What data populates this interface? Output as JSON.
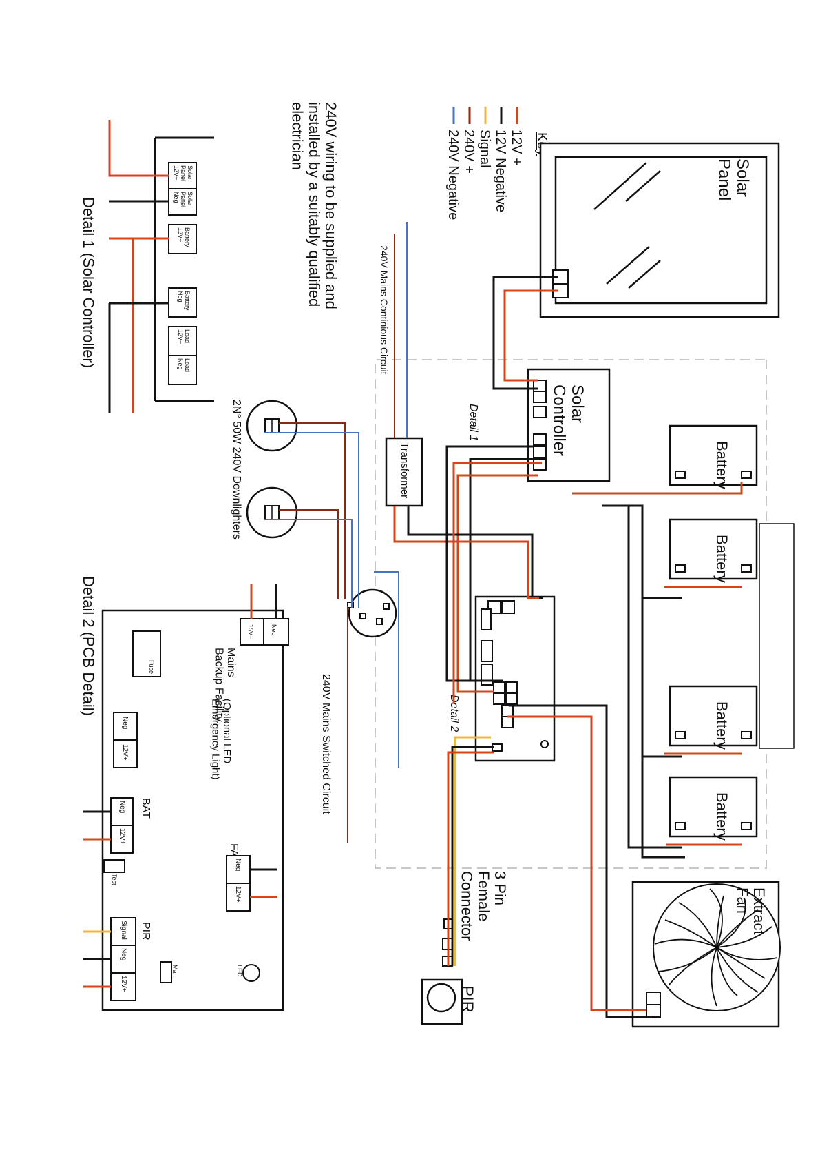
{
  "key": {
    "title": "Key",
    "items": [
      {
        "label": "12V +",
        "color": "#d64518"
      },
      {
        "label": "12V Negative",
        "color": "#141414"
      },
      {
        "label": "Signal",
        "color": "#f2b630"
      },
      {
        "label": "240V +",
        "color": "#8a2a12"
      },
      {
        "label": "240V Negative",
        "color": "#4a72bf"
      }
    ]
  },
  "components": {
    "solar_panel": "Solar\nPanel",
    "solar_controller": "Solar\nController",
    "battery": "Battery",
    "extract_fan": "Extract\nFan",
    "pir": "PIR",
    "connector": "3 Pin\nFemale\nConnector",
    "transformer": "Transformer",
    "downlighters": "2N° 50W 240V Downlighters"
  },
  "annotations": {
    "detail1_tag": "Detail 1",
    "detail2_tag": "Detail 2",
    "mains_continuous": "240V Mains Continious Circuit",
    "mains_switched": "240V Mains Switched Circuit",
    "note_240v": "240V wiring to be supplied and\ninstalled by a suitably qualified\nelectrician"
  },
  "detail1": {
    "title": "Detail 1 (Solar Controller)",
    "terminals": [
      "Solar\nPanel\n12V+",
      "Solar\nPanel\nNeg",
      "Battery\n12V+",
      "Battery\nNeg",
      "Load\n12V+",
      "Load\nNeg"
    ]
  },
  "detail2": {
    "title": "Detail 2 (PCB Detail)",
    "mains_label": "Mains\nBackup Facility",
    "mains_terminals": [
      "15V+",
      "Neg"
    ],
    "fuse": "Fuse",
    "led_light_label": "(Optional LED\nEmergency Light)",
    "led_light_terminals": [
      "Neg",
      "12V+"
    ],
    "bat_label": "BAT",
    "bat_terminals": [
      "Neg",
      "12V+"
    ],
    "test": "Test",
    "fan_label": "FAN",
    "fan_terminals": [
      "Neg",
      "12V+"
    ],
    "pir_label": "PIR",
    "pir_terminals": [
      "Signal",
      "Neg",
      "12V+"
    ],
    "man": "Man",
    "led": "LED"
  }
}
